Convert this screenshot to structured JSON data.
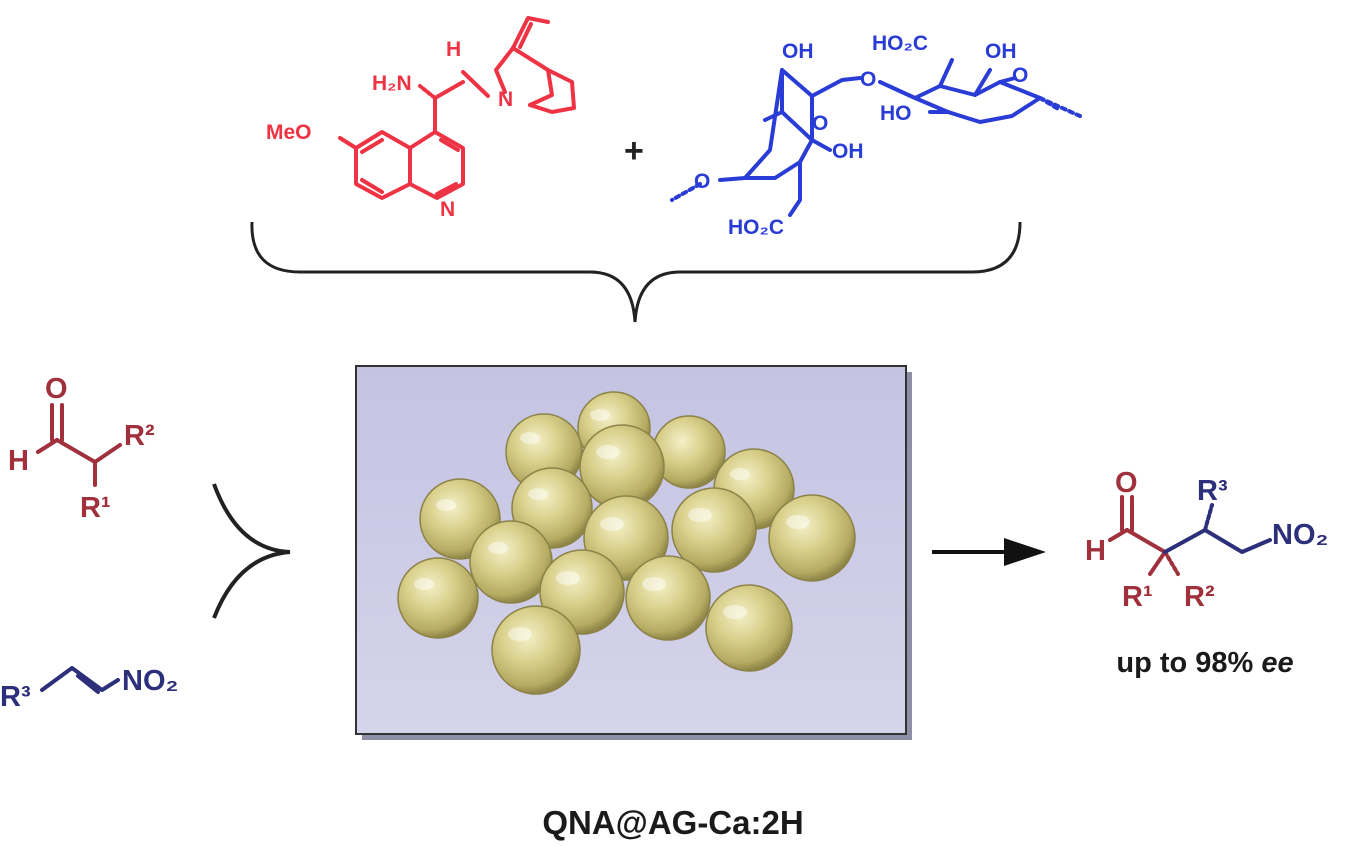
{
  "colors": {
    "catalyst_amine": "#ee3344",
    "polysaccharide": "#2a3cd6",
    "aldehyde": "#a0303c",
    "nitroalkene": "#2c2f7a",
    "bracket": "#222222",
    "photo_bg": "#c9c9e4",
    "bead": "#d8cf8a"
  },
  "amine": {
    "methoxy": "MeO",
    "amine": "H₂N",
    "h": "H",
    "n_bridge": "N",
    "n_ring": "N"
  },
  "plus": "+",
  "polysaccharide": {
    "oh_top_left": "OH",
    "o_link": "O",
    "ho2c_top": "HO₂C",
    "oh_top_right": "OH",
    "o_ring_right": "O",
    "ho_right": "HO",
    "o_ring_left": "O",
    "oh_mid": "OH",
    "o_left": "O",
    "ho2c_bottom": "HO₂C"
  },
  "aldehyde": {
    "o": "O",
    "h": "H",
    "r2": "R²",
    "r1": "R¹"
  },
  "nitroalkene": {
    "r3": "R³",
    "no2": "NO₂"
  },
  "product": {
    "o": "O",
    "h": "H",
    "r3": "R³",
    "no2": "NO₂",
    "r1": "R¹",
    "r2": "R²"
  },
  "result": {
    "prefix": "up to 98% ",
    "ee": "ee"
  },
  "catalyst_label": "QNA@AG-Ca:2H"
}
